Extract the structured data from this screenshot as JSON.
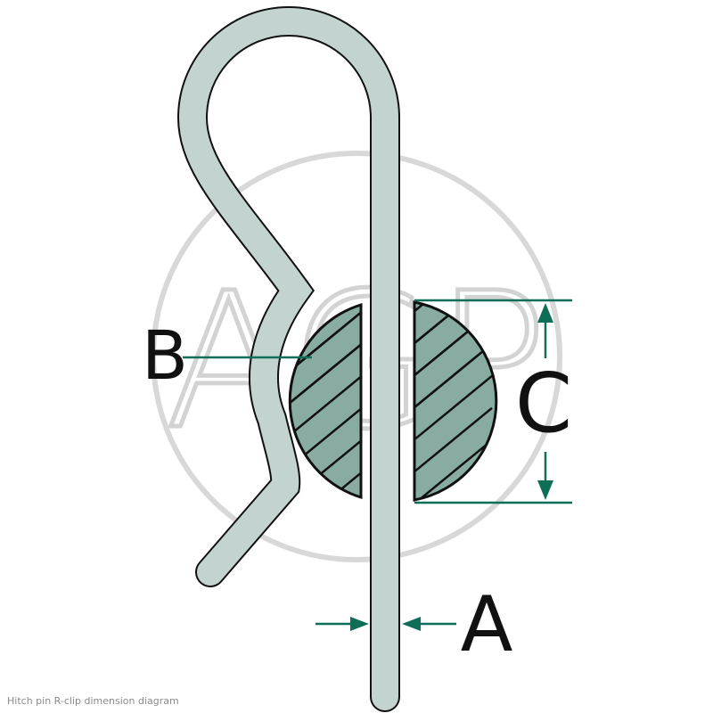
{
  "title": "Hitch pin R-clip dimension diagram",
  "watermark": "AGP",
  "labels": {
    "a": "A",
    "b": "B",
    "c": "C"
  },
  "colors": {
    "clip_fill": "#c3d4d0",
    "section_fill": "#88aca2",
    "dimension_line": "#0f6e58",
    "outline": "#111111",
    "watermark": "#d4d4d4"
  }
}
